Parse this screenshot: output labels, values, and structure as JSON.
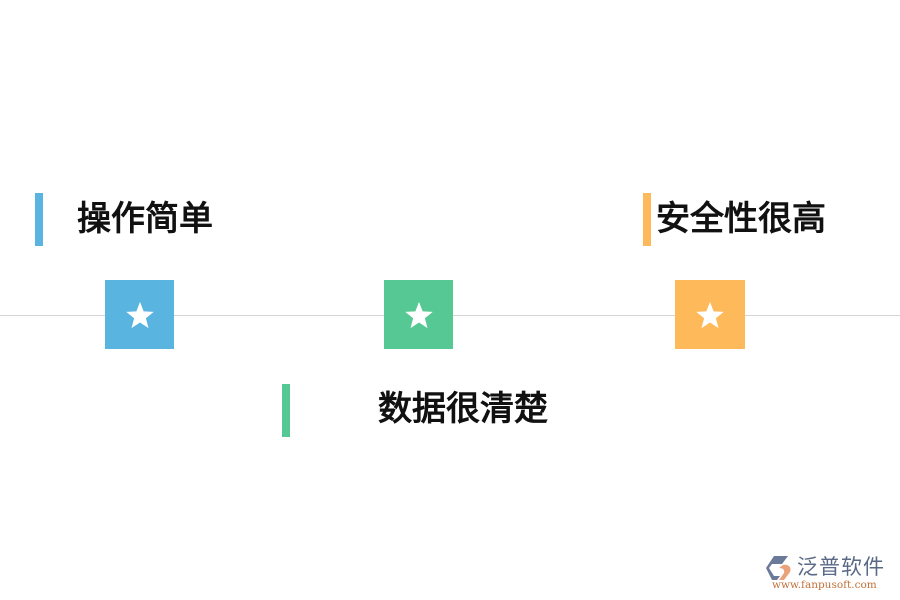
{
  "colors": {
    "blue": "#5ab4e0",
    "green": "#56c894",
    "orange": "#fdb95a",
    "line": "#d4d4d4",
    "text": "#111111"
  },
  "features": [
    {
      "label": "操作简单",
      "color": "blue",
      "icon": "star-icon",
      "position": "above"
    },
    {
      "label": "数据很清楚",
      "color": "green",
      "icon": "star-icon",
      "position": "below"
    },
    {
      "label": "安全性很高",
      "color": "orange",
      "icon": "star-icon",
      "position": "above"
    }
  ],
  "logo": {
    "name": "泛普软件",
    "url": "www.fanpusoft.com"
  }
}
